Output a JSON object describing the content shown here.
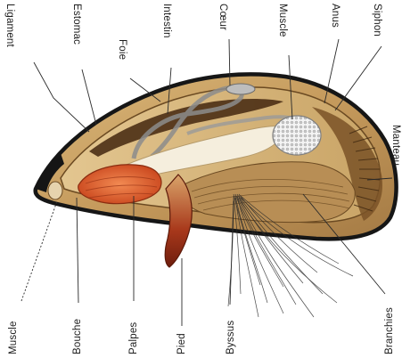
{
  "diagram": {
    "labels": {
      "ligament": "Ligament",
      "estomac": "Estomac",
      "foie": "Foie",
      "intestin": "Intestin",
      "coeur": "Cœur",
      "muscle_top": "Muscle",
      "anus": "Anus",
      "siphon": "Siphon",
      "manteau": "Manteau",
      "muscle_bottom": "Muscle",
      "bouche": "Bouche",
      "palpes": "Palpes",
      "pied": "Pied",
      "byssus": "Byssus",
      "branchies": "Branchies"
    },
    "colors": {
      "shell_outline": "#1a1a1a",
      "shell_fill": "#c9a46a",
      "mantle": "#d8b877",
      "dark_band": "#5a3a1c",
      "gill_stripes": "#7a5227",
      "palps": "#e0622e",
      "foot": "#9b2c17",
      "muscle": "#f1f1f1",
      "white_tissue": "#f4ecd9"
    }
  }
}
